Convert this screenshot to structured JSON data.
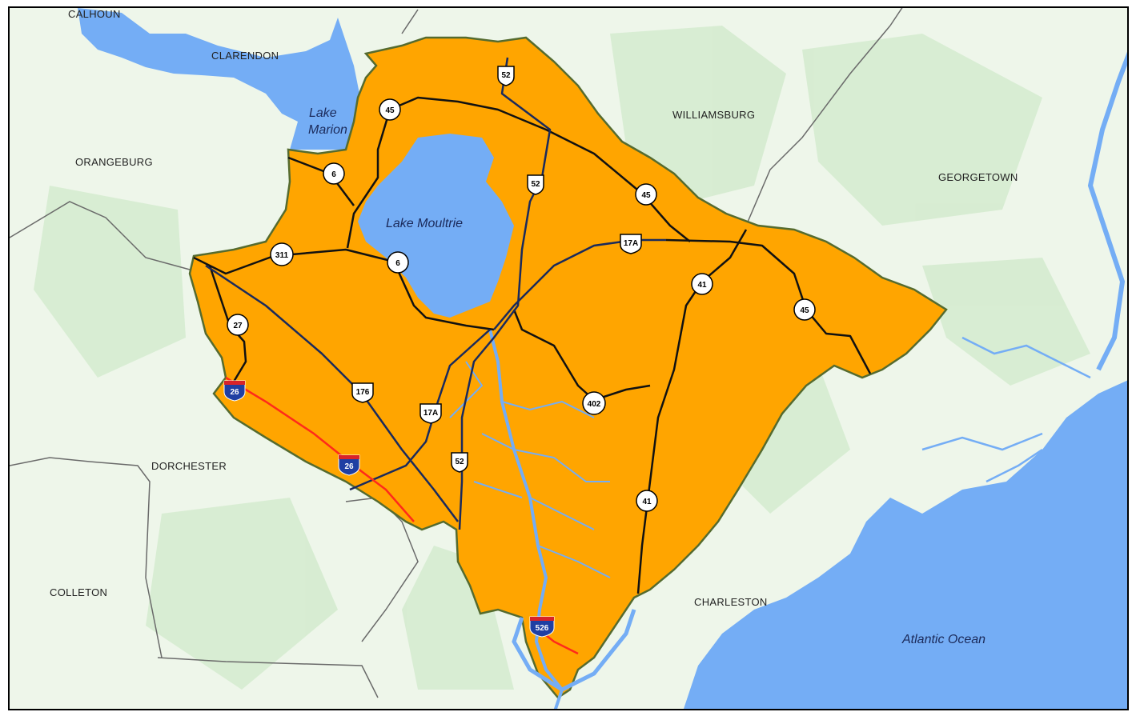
{
  "counties": {
    "calhoun": "CALHOUN",
    "clarendon": "CLARENDON",
    "orangeburg": "ORANGEBURG",
    "williamsburg": "WILLIAMSBURG",
    "georgetown": "GEORGETOWN",
    "dorchester": "DORCHESTER",
    "colleton": "COLLETON",
    "charleston": "CHARLESTON"
  },
  "water": {
    "lake_marion_line1": "Lake",
    "lake_marion_line2": "Marion",
    "lake_moultrie": "Lake Moultrie",
    "atlantic_ocean": "Atlantic Ocean"
  },
  "state_routes": {
    "r45_north": "45",
    "r6_west": "6",
    "r311": "311",
    "r6_south": "6",
    "r27": "27",
    "r45_east": "45",
    "r41_north": "41",
    "r45_southeast": "45",
    "r402": "402",
    "r41_south": "41"
  },
  "us_routes": {
    "us52_north": "52",
    "us52_middle": "52",
    "us17a_east": "17A",
    "us176": "176",
    "us17a_south": "17A",
    "us52_south": "52"
  },
  "interstates": {
    "i26_west": "26",
    "i26_mid": "26",
    "i526": "526"
  },
  "colors": {
    "county_fill": "#ffa500",
    "water": "#74adf5",
    "land": "#eaf4e5",
    "state_road": "#111111",
    "us_road": "#1a2a5c",
    "interstate": "#ff2a1a"
  }
}
